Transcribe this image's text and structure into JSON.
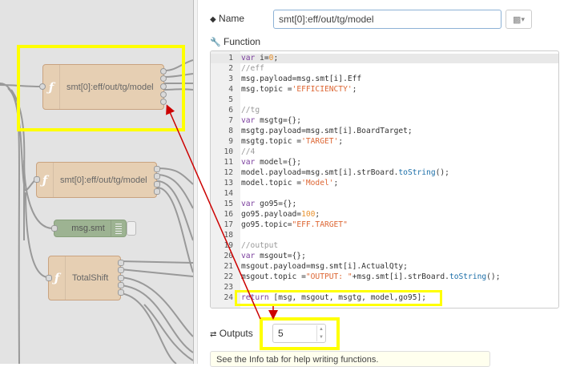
{
  "canvas": {
    "nodes": [
      {
        "label": "smt[0]:eff/out/tg/model",
        "type": "function",
        "outputs": 5,
        "highlighted": true
      },
      {
        "label": "smt[0]:eff/out/tg/model",
        "type": "function",
        "outputs": 4
      },
      {
        "label": "msg.smt",
        "type": "debug"
      },
      {
        "label": "TotalShift",
        "type": "function",
        "outputs": 5
      }
    ]
  },
  "editor": {
    "name_label": "Name",
    "name_value": "smt[0]:eff/out/tg/model",
    "function_label": "Function",
    "code_lines": [
      "var i=0;",
      "//eff",
      "msg.payload=msg.smt[i].Eff",
      "msg.topic ='EFFICIENCTY';",
      "",
      "//tg",
      "var msgtg={};",
      "msgtg.payload=msg.smt[i].BoardTarget;",
      "msgtg.topic ='TARGET';",
      "//4",
      "var model={};",
      "model.payload=msg.smt[i].strBoard.toString();",
      "model.topic ='Model';",
      "",
      "var go95={};",
      "go95.payload=100;",
      "go95.topic=\"EFF.TARGET\"",
      "",
      "//output",
      "var msgout={};",
      "msgout.payload=msg.smt[i].ActualQty;",
      "msgout.topic =\"OUTPUT: \"+msg.smt[i].strBoard.toString();",
      "",
      "return [msg, msgout, msgtg, model,go95];"
    ],
    "outputs_label": "Outputs",
    "outputs_value": "5",
    "tip_text": "See the Info tab for help writing functions."
  },
  "colors": {
    "highlight": "#ffff00",
    "arrow": "#cc0000",
    "function_node": "#e6cfb3",
    "debug_node": "#9db392"
  }
}
